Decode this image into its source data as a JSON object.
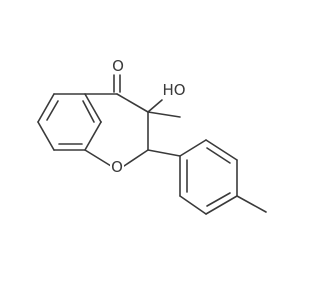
{
  "molecule": {
    "labels": {
      "carbonyl_oxygen": "O",
      "ring_oxygen": "O",
      "hydroxyl": "HO"
    },
    "colors": {
      "bond": "#3a3a3a",
      "label": "#3a3a3a",
      "background": "#ffffff"
    }
  }
}
